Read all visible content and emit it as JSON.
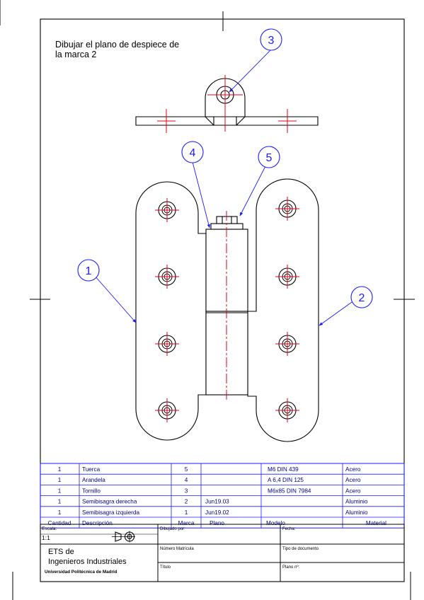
{
  "instruction": {
    "line1": "Dibujar el plano de despiece de",
    "line2": "la marca 2"
  },
  "balloons": [
    "1",
    "2",
    "3",
    "4",
    "5"
  ],
  "parts_list": {
    "headers": {
      "cantidad": "Cantidad",
      "descripcion": "Descripción",
      "marca": "Marca",
      "plano": "Plano",
      "modelo": "Modelo",
      "material": "Material"
    },
    "rows": [
      {
        "cantidad": "1",
        "descripcion": "Tuerca",
        "marca": "5",
        "plano": "",
        "modelo": "M6 DIN 439",
        "material": "Acero"
      },
      {
        "cantidad": "1",
        "descripcion": "Arandela",
        "marca": "4",
        "plano": "",
        "modelo": "A 6,4 DIN 125",
        "material": "Acero"
      },
      {
        "cantidad": "1",
        "descripcion": "Tornillo",
        "marca": "3",
        "plano": "",
        "modelo": "M6x85 DIN 7984",
        "material": "Acero"
      },
      {
        "cantidad": "1",
        "descripcion": "Semibisagra derecha",
        "marca": "2",
        "plano": "Jun19.03",
        "modelo": "",
        "material": "Aluminio"
      },
      {
        "cantidad": "1",
        "descripcion": "Semibisagra izquierda",
        "marca": "1",
        "plano": "Jun19.02",
        "modelo": "",
        "material": "Aluminio"
      }
    ]
  },
  "title_block": {
    "escala_label": "Escala:",
    "escala_value": "1:1",
    "dibujado_label": "Dibujado por:",
    "fecha_label": "Fecha:",
    "matricula_label": "Número Matrícula",
    "tipo_label": "Tipo de documento",
    "titulo_label": "Título",
    "plano_label": "Plano nº:",
    "school_line1": "ETS de",
    "school_line2": "Ingenieros Industriales",
    "university": "Universidad Politécnica de Madrid"
  },
  "colors": {
    "line": "#000000",
    "centerline": "#e0001b",
    "annotation": "#1a1aff",
    "table_text": "#00008b"
  }
}
